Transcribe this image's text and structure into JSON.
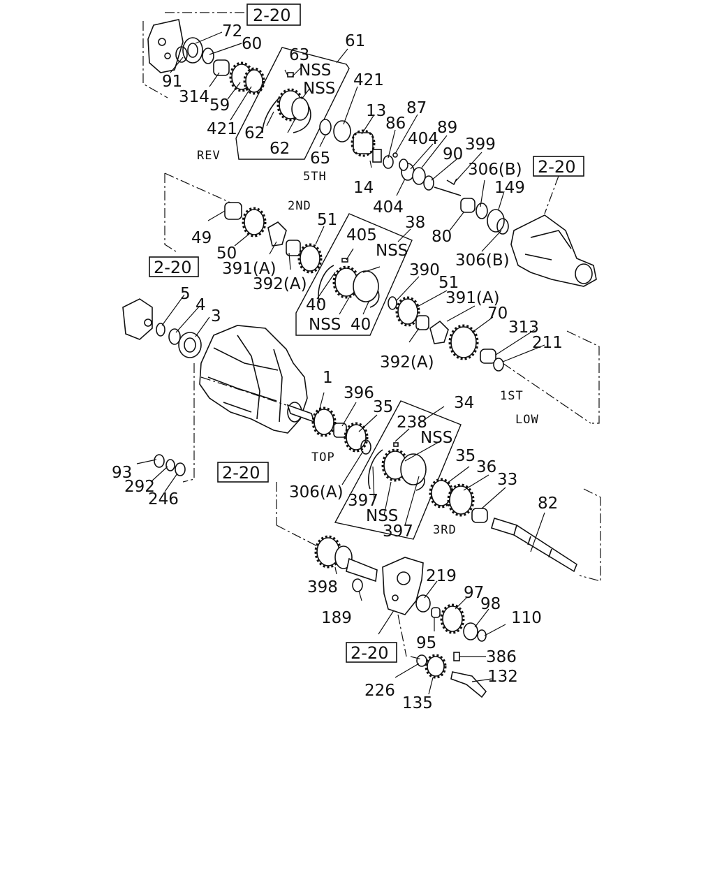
{
  "diagram": {
    "callouts": [
      {
        "id": "c72",
        "text": "72"
      },
      {
        "id": "c60",
        "text": "60"
      },
      {
        "id": "c91",
        "text": "91"
      },
      {
        "id": "c314",
        "text": "314"
      },
      {
        "id": "c59",
        "text": "59"
      },
      {
        "id": "c421a",
        "text": "421"
      },
      {
        "id": "c61",
        "text": "61"
      },
      {
        "id": "c63",
        "text": "63"
      },
      {
        "id": "cnss1",
        "text": "NSS"
      },
      {
        "id": "cnss2",
        "text": "NSS"
      },
      {
        "id": "c421b",
        "text": "421"
      },
      {
        "id": "c62a",
        "text": "62"
      },
      {
        "id": "c62b",
        "text": "62"
      },
      {
        "id": "c65",
        "text": "65"
      },
      {
        "id": "c13",
        "text": "13"
      },
      {
        "id": "c87",
        "text": "87"
      },
      {
        "id": "c86",
        "text": "86"
      },
      {
        "id": "c89",
        "text": "89"
      },
      {
        "id": "c404a",
        "text": "404"
      },
      {
        "id": "c90",
        "text": "90"
      },
      {
        "id": "c399",
        "text": "399"
      },
      {
        "id": "c14",
        "text": "14"
      },
      {
        "id": "c404b",
        "text": "404"
      },
      {
        "id": "c306b1",
        "text": "306(B)"
      },
      {
        "id": "c149",
        "text": "149"
      },
      {
        "id": "c80",
        "text": "80"
      },
      {
        "id": "c306b2",
        "text": "306(B)"
      },
      {
        "id": "c49",
        "text": "49"
      },
      {
        "id": "c50",
        "text": "50"
      },
      {
        "id": "c51a",
        "text": "51"
      },
      {
        "id": "c391a1",
        "text": "391(A)"
      },
      {
        "id": "c392a1",
        "text": "392(A)"
      },
      {
        "id": "c38",
        "text": "38"
      },
      {
        "id": "c405",
        "text": "405"
      },
      {
        "id": "cnss3",
        "text": "NSS"
      },
      {
        "id": "c40a",
        "text": "40"
      },
      {
        "id": "cnss4",
        "text": "NSS"
      },
      {
        "id": "c40b",
        "text": "40"
      },
      {
        "id": "c390",
        "text": "390"
      },
      {
        "id": "c51b",
        "text": "51"
      },
      {
        "id": "c391a2",
        "text": "391(A)"
      },
      {
        "id": "c392a2",
        "text": "392(A)"
      },
      {
        "id": "c70",
        "text": "70"
      },
      {
        "id": "c313",
        "text": "313"
      },
      {
        "id": "c211",
        "text": "211"
      },
      {
        "id": "c5",
        "text": "5"
      },
      {
        "id": "c4",
        "text": "4"
      },
      {
        "id": "c3",
        "text": "3"
      },
      {
        "id": "c1",
        "text": "1"
      },
      {
        "id": "c396",
        "text": "396"
      },
      {
        "id": "c35a",
        "text": "35"
      },
      {
        "id": "c34",
        "text": "34"
      },
      {
        "id": "c238",
        "text": "238"
      },
      {
        "id": "cnss5",
        "text": "NSS"
      },
      {
        "id": "c35b",
        "text": "35"
      },
      {
        "id": "c36",
        "text": "36"
      },
      {
        "id": "c33",
        "text": "33"
      },
      {
        "id": "c82",
        "text": "82"
      },
      {
        "id": "c93",
        "text": "93"
      },
      {
        "id": "c292",
        "text": "292"
      },
      {
        "id": "c246",
        "text": "246"
      },
      {
        "id": "c306a",
        "text": "306(A)"
      },
      {
        "id": "c397a",
        "text": "397"
      },
      {
        "id": "cnss6",
        "text": "NSS"
      },
      {
        "id": "c397b",
        "text": "397"
      },
      {
        "id": "c398",
        "text": "398"
      },
      {
        "id": "c219",
        "text": "219"
      },
      {
        "id": "c97",
        "text": "97"
      },
      {
        "id": "c98",
        "text": "98"
      },
      {
        "id": "c110",
        "text": "110"
      },
      {
        "id": "c189",
        "text": "189"
      },
      {
        "id": "c95",
        "text": "95"
      },
      {
        "id": "c386",
        "text": "386"
      },
      {
        "id": "c132",
        "text": "132"
      },
      {
        "id": "c226",
        "text": "226"
      },
      {
        "id": "c135",
        "text": "135"
      }
    ],
    "tags": [
      {
        "id": "trev",
        "text": "REV"
      },
      {
        "id": "t5th",
        "text": "5TH"
      },
      {
        "id": "t2nd",
        "text": "2ND"
      },
      {
        "id": "t1st",
        "text": "1ST"
      },
      {
        "id": "tlow",
        "text": "LOW"
      },
      {
        "id": "ttop",
        "text": "TOP"
      },
      {
        "id": "t3rd",
        "text": "3RD"
      }
    ],
    "refs": [
      {
        "id": "r1",
        "text": "2-20"
      },
      {
        "id": "r2",
        "text": "2-20"
      },
      {
        "id": "r3",
        "text": "2-20"
      },
      {
        "id": "r4",
        "text": "2-20"
      },
      {
        "id": "r5",
        "text": "2-20"
      }
    ]
  }
}
